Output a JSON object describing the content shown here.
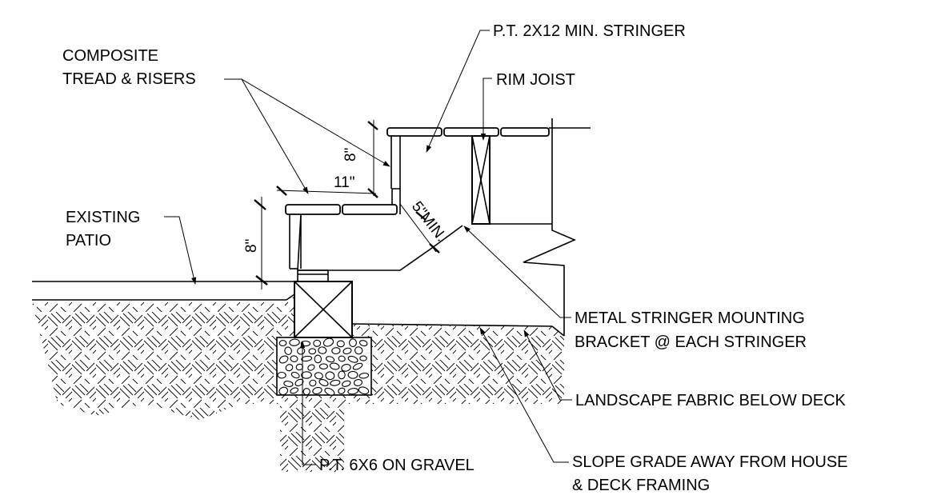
{
  "labels": {
    "stringer": "P.T. 2X12 MIN. STRINGER",
    "composite_line1": "COMPOSITE",
    "composite_line2": "TREAD & RISERS",
    "rim_joist": "RIM JOIST",
    "existing_line1": "EXISTING",
    "existing_line2": "PATIO",
    "bracket_line1": "METAL STRINGER MOUNTING",
    "bracket_line2": "BRACKET @ EACH STRINGER",
    "fabric": "LANDSCAPE FABRIC BELOW DECK",
    "slope_line1": "SLOPE GRADE AWAY FROM HOUSE",
    "slope_line2": "& DECK FRAMING",
    "post": "P.T. 6X6 ON GRAVEL"
  },
  "dimensions": {
    "tread_depth": "11\"",
    "upper_riser": "8\"",
    "lower_riser": "8\"",
    "stringer_min": "5\"MIN."
  }
}
